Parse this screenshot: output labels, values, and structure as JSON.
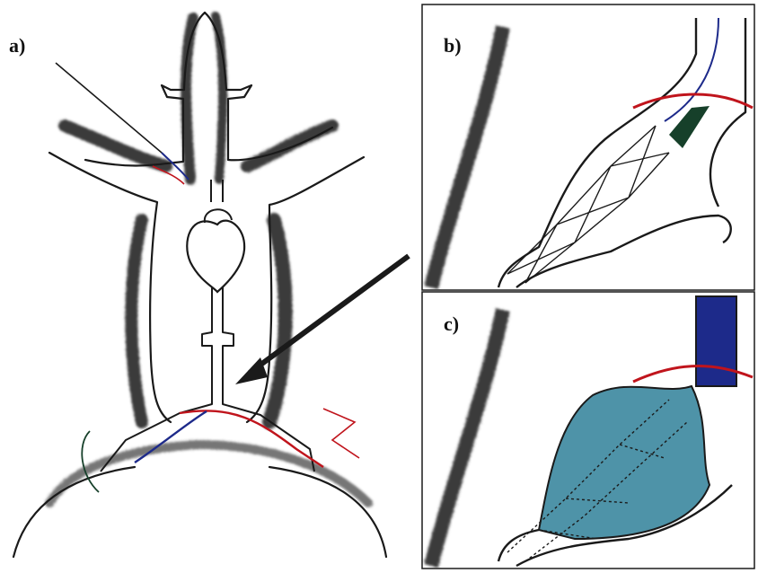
{
  "panels": {
    "a": {
      "label": "a)"
    },
    "b": {
      "label": "b)"
    },
    "c": {
      "label": "c)"
    }
  },
  "colors": {
    "ink": "#1a1a1a",
    "fur_shadow": "#3a3a3a",
    "artery_red": "#c0141c",
    "vein_blue": "#1d2a8a",
    "dark_green": "#16402a",
    "thrombus_teal": "#4e93a8",
    "background": "#ffffff"
  },
  "icons": {
    "a": "mouse-body-outline",
    "b": "stent-in-vessel",
    "c": "thrombus-filled-aneurysm"
  }
}
